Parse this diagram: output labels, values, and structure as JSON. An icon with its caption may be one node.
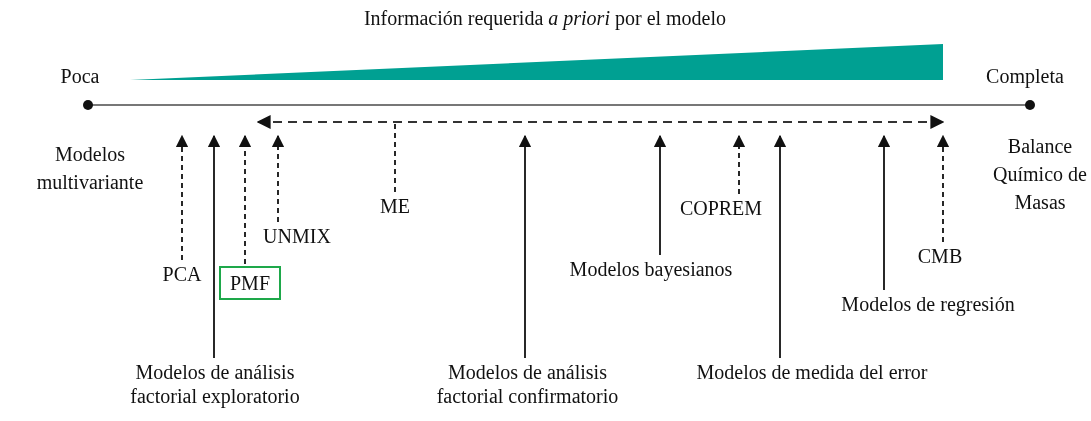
{
  "diagram": {
    "title": "Información requerida *a priori* por el modelo",
    "nodes": [
      {
        "text": [
          "PCA"
        ]
      },
      {
        "text": [
          "Modelos de análisis factorial exploratorio"
        ]
      },
      {
        "text": [
          "PMF"
        ]
      },
      {
        "text": [
          "UNMIX"
        ]
      },
      {
        "text": [
          "ME"
        ]
      },
      {
        "text": [
          "Modelos de análisis factorial confirmatorio"
        ]
      },
      {
        "text": [
          "Modelos bayesianos"
        ]
      },
      {
        "text": [
          "COPREM"
        ]
      },
      {
        "text": [
          "Modelos de medida del error"
        ]
      },
      {
        "text": [
          "Modelos de regresión"
        ]
      },
      {
        "text": [
          "CMB"
        ]
      }
    ],
    "edges": [
      {
        "from": 0,
        "to": null,
        "arrow": "to",
        "style": "dashed"
      },
      {
        "from": 1,
        "to": null,
        "arrow": "to"
      },
      {
        "from": 2,
        "to": null,
        "arrow": "to",
        "style": "dashed"
      },
      {
        "from": 3,
        "to": null,
        "arrow": "to",
        "style": "dashed"
      },
      {
        "from": 4,
        "to": null,
        "arrow": "none",
        "style": "dashed"
      },
      {
        "from": 5,
        "to": null,
        "arrow": "to"
      },
      {
        "from": 6,
        "to": null,
        "arrow": "to"
      },
      {
        "from": 7,
        "to": null,
        "arrow": "to",
        "style": "dashed"
      },
      {
        "from": 8,
        "to": null,
        "arrow": "to"
      },
      {
        "from": 9,
        "to": null,
        "arrow": "to"
      },
      {
        "from": 10,
        "to": null,
        "arrow": "to",
        "style": "dashed"
      }
    ],
    "labels": [
      "Poca",
      "Completa",
      "Modelos multivariante",
      "Balance Químico de Masas"
    ]
  }
}
